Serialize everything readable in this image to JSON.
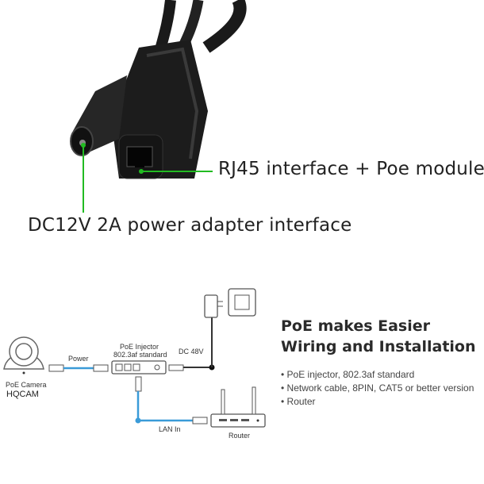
{
  "photo": {
    "label_rj45": "RJ45 interface + Poe module",
    "label_dc": "DC12V 2A power adapter interface",
    "pointer_color": "#22bb22"
  },
  "diagram": {
    "camera_label": "PoE Camera",
    "camera_brand": "HQCAM",
    "power_label": "Power",
    "injector_label": "PoE Injector",
    "injector_standard": "802.3af standard",
    "dc_label": "DC 48V",
    "lan_label": "LAN In",
    "router_label": "Router",
    "cable_color": "#3a9bd8"
  },
  "info": {
    "title_line1": "PoE makes Easier",
    "title_line2": "Wiring and Installation",
    "bullets": [
      "• PoE injector, 802.3af standard",
      "• Network cable, 8PIN, CAT5 or better version",
      "• Router"
    ]
  }
}
